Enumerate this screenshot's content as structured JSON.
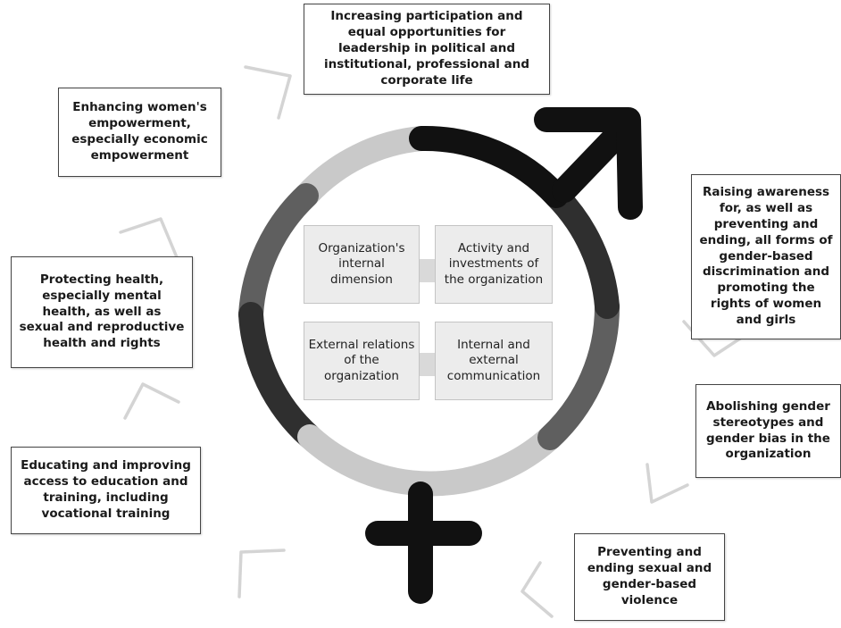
{
  "center_boxes": [
    {
      "text": "Organization's internal dimension"
    },
    {
      "text": "Activity and investments of the organization"
    },
    {
      "text": "External relations of the organization"
    },
    {
      "text": "Internal and external communication"
    }
  ],
  "objectives": [
    {
      "text": "Increasing participation and equal opportunities for leadership in political and institutional, professional and corporate life"
    },
    {
      "text": "Raising awareness for, as well as preventing and ending, all forms of gender-based discrimination and promoting the rights of women and girls"
    },
    {
      "text": "Abolishing gender stereotypes and gender bias in the organization"
    },
    {
      "text": "Preventing and ending sexual and gender-based violence"
    },
    {
      "text": "Educating and improving access to education and training, including vocational training"
    },
    {
      "text": "Protecting health, especially mental health, as well as sexual and reproductive health and rights"
    },
    {
      "text": "Enhancing women's empowerment, especially economic empowerment"
    }
  ],
  "colors": {
    "ring_light": "#c9c9c9",
    "ring_medium": "#5f5f5f",
    "ring_dark": "#2f2f2f",
    "symbol_black": "#111111",
    "chevron": "#d4d4d4"
  }
}
